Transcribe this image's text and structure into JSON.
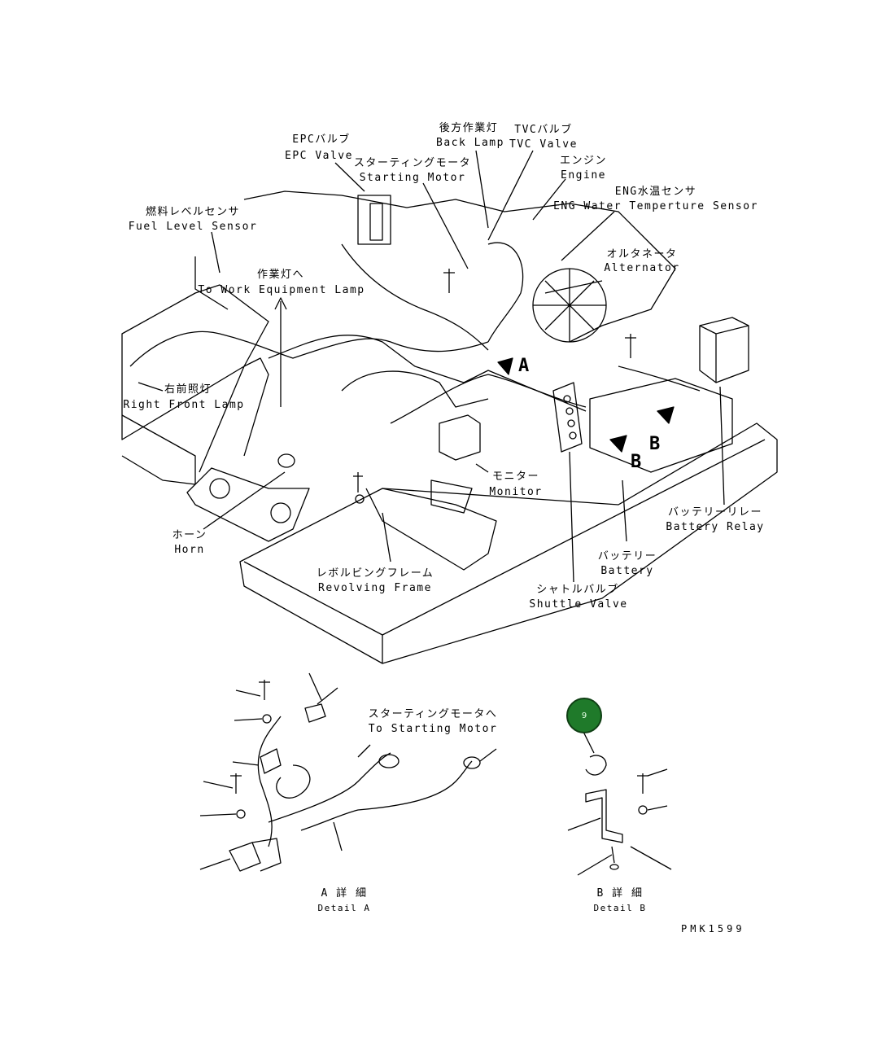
{
  "labels": {
    "epc_valve_ja": "EPCバルブ",
    "epc_valve_en": "EPC Valve",
    "back_lamp_ja": "後方作業灯",
    "back_lamp_en": "Back Lamp",
    "tvc_valve_ja": "TVCバルブ",
    "tvc_valve_en": "TVC Valve",
    "starting_motor_ja": "スターティングモータ",
    "starting_motor_en": "Starting Motor",
    "engine_ja": "エンジン",
    "engine_en": "Engine",
    "eng_water_ja": "ENG水温センサ",
    "eng_water_en": "ENG Water Temperture Sensor",
    "fuel_level_ja": "燃料レベルセンサ",
    "fuel_level_en": "Fuel Level Sensor",
    "alternator_ja": "オルタネータ",
    "alternator_en": "Alternator",
    "work_lamp_ja": "作業灯へ",
    "work_lamp_en": "To Work Equipment Lamp",
    "right_front_ja": "右前照灯",
    "right_front_en": "Right Front Lamp",
    "monitor_ja": "モニター",
    "monitor_en": "Monitor",
    "horn_ja": "ホーン",
    "horn_en": "Horn",
    "revolving_ja": "レボルビングフレーム",
    "revolving_en": "Revolving Frame",
    "battery_relay_ja": "バッテリーリレー",
    "battery_relay_en": "Battery Relay",
    "battery_ja": "バッテリー",
    "battery_en": "Battery",
    "shuttle_ja": "シャトルバルブ",
    "shuttle_en": "Shuttle Valve",
    "to_starting_ja": "スターティングモータへ",
    "to_starting_en": "To Starting Motor",
    "detail_a_ja": "A 詳 細",
    "detail_a_en": "Detail A",
    "detail_b_ja": "B 詳 細",
    "detail_b_en": "Detail B",
    "drawing_code": "PMK1599"
  },
  "view_markers": {
    "a": "A",
    "b1": "B",
    "b2": "B"
  },
  "callout": {
    "number": "9",
    "color": "#1f7a2a"
  }
}
